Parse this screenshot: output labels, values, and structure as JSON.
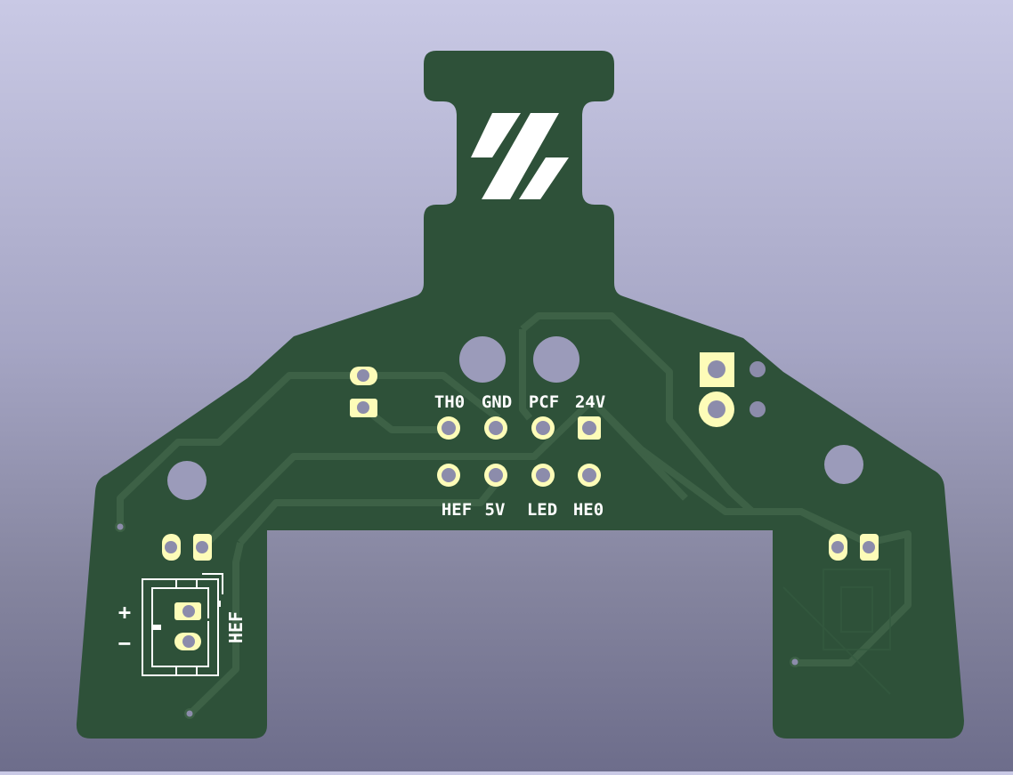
{
  "viewer": {
    "view": "3D PCB viewer - bottom side",
    "background_top": "#c9c9e5",
    "background_bottom": "#6d6d8b"
  },
  "colors": {
    "soldermask": "#2e5139",
    "trace": "#3d6146",
    "pad": "#fdfcb8",
    "drill": "#8c8cab",
    "silkscreen": "#ffffff"
  },
  "header_labels": {
    "top_row": [
      "TH0",
      "GND",
      "PCF",
      "24V"
    ],
    "bottom_row": [
      "HEF",
      "5V",
      "LED",
      "HE0"
    ]
  },
  "connector": {
    "name": "HEF",
    "plus": "+",
    "minus": "−"
  },
  "logo": "stripe-logo"
}
